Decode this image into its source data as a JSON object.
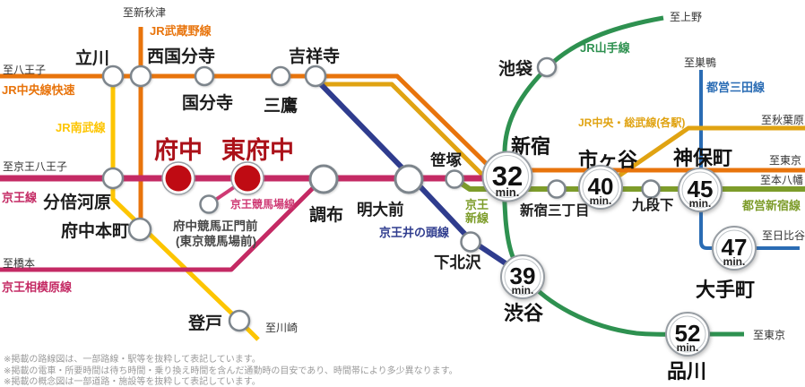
{
  "colors": {
    "jr_chuo_rapid": "#e8740c",
    "jr_musashino": "#e8740c",
    "jr_chuo_sobu": "#e0a312",
    "jr_nambu": "#fdc501",
    "jr_yamanote": "#2e9150",
    "keio": "#c42a64",
    "keio_sagamihara": "#c42a64",
    "keio_keibajo": "#cf3a74",
    "keio_inokashira": "#2f3c8e",
    "toei_shinjuku": "#7d9c2a",
    "toei_mita": "#2a6cb4",
    "fuchu_red": "#bf0b13",
    "fuchu_text": "#ab1119"
  },
  "line_labels": {
    "jr_chuo_rapid": "JR中央線快速",
    "jr_musashino": "JR武蔵野線",
    "jr_nambu": "JR南武線",
    "keio": "京王線",
    "keio_sagamihara": "京王相模原線",
    "keio_keibajo": "京王競馬場線",
    "keio_inokashira": "京王井の頭線",
    "keio_new_1": "京王",
    "keio_new_2": "新線",
    "jr_yamanote": "JR山手線",
    "toei_mita": "都営三田線",
    "jr_chuo_sobu": "JR中央・総武線(各駅)",
    "toei_shinjuku": "都営新宿線"
  },
  "stations": {
    "tachikawa": "立川",
    "nishikokubunji": "西国分寺",
    "kokubunji": "国分寺",
    "mitaka": "三鷹",
    "kichijoji": "吉祥寺",
    "ikebukuro": "池袋",
    "shinjuku": "新宿",
    "ichigaya": "市ヶ谷",
    "jimbocho": "神保町",
    "sasazuka": "笹塚",
    "shinjukusanchome": "新宿三丁目",
    "kudanshita": "九段下",
    "shimokitazawa": "下北沢",
    "shibuya": "渋谷",
    "otemachi": "大手町",
    "shinagawa": "品川",
    "chofu": "調布",
    "meidaimae": "明大前",
    "bubaigawara": "分倍河原",
    "fuchuhommachi": "府中本町",
    "noborito": "登戸",
    "fuchu": "府中",
    "higashifuchu": "東府中",
    "keibaseimonmae_1": "府中競馬正門前",
    "keibaseimonmae_2": "(東京競馬場前)"
  },
  "directions": {
    "shin_akitsu": "至新秋津",
    "hachioji": "至八王子",
    "keio_hachioji": "至京王八王子",
    "hashimoto": "至橋本",
    "ueno": "至上野",
    "sugamo": "至巣鴨",
    "akihabara": "至秋葉原",
    "tokyo_right": "至東京",
    "motoyawata": "至本八幡",
    "hibiya": "至日比谷",
    "tokyo_bottom": "至東京",
    "kawasaki": "至川崎"
  },
  "badges": {
    "shinjuku": {
      "minutes": "32",
      "unit": "min."
    },
    "ichigaya": {
      "minutes": "40",
      "unit": "min."
    },
    "jimbocho": {
      "minutes": "45",
      "unit": "min."
    },
    "otemachi": {
      "minutes": "47",
      "unit": "min."
    },
    "shibuya": {
      "minutes": "39",
      "unit": "min."
    },
    "shinagawa": {
      "minutes": "52",
      "unit": "min."
    }
  },
  "notes": [
    "※掲載の路線図は、一部路線・駅等を抜粋して表記しています。",
    "※掲載の電車・所要時間は待ち時間・乗り換え時間を含んだ通勤時の目安であり、時間帯により多少異なります。",
    "※掲載の概念図は一部道路・施設等を抜粋して表記しています。"
  ]
}
